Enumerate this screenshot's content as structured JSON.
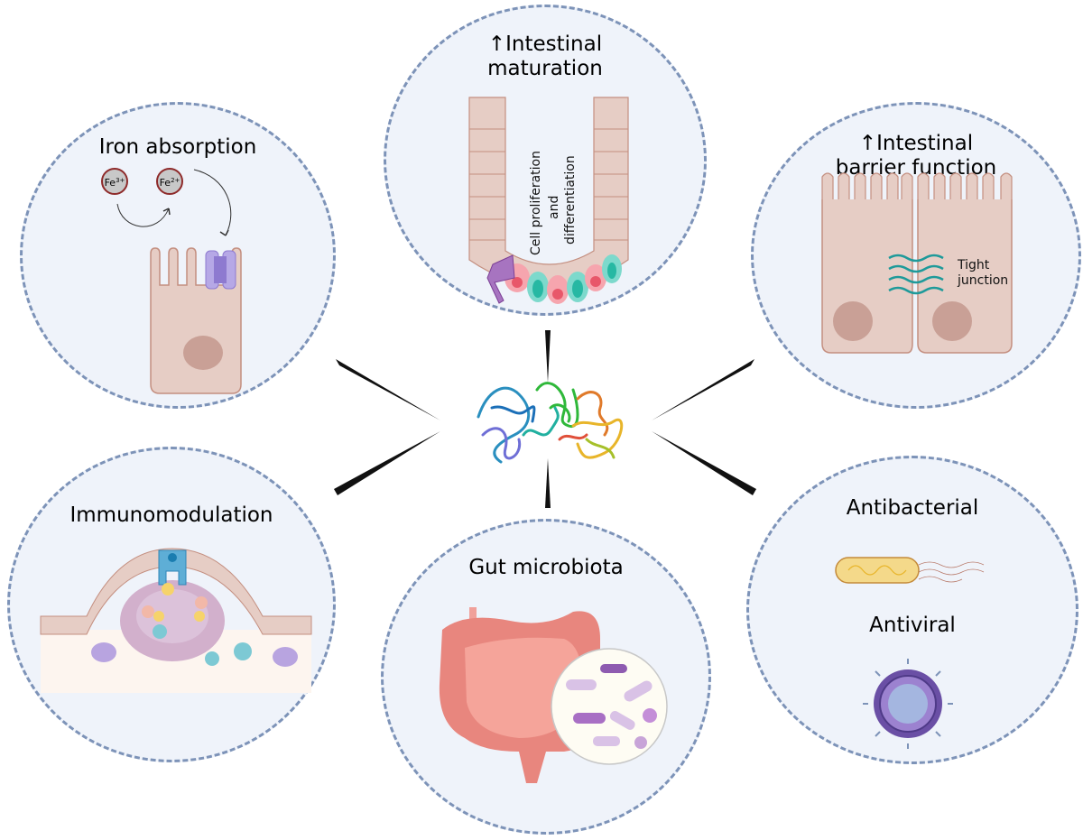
{
  "panels": {
    "iron": {
      "title": "Iron absorption",
      "ion1": "Fe",
      "ion1_sup": "3+",
      "ion2": "Fe",
      "ion2_sup": "2+"
    },
    "maturation": {
      "arrow": "↑",
      "title_line1": "Intestinal",
      "title_line2": "maturation",
      "label_line1": "Cell proliferation",
      "label_line2": "and",
      "label_line3": "differentiation"
    },
    "barrier": {
      "arrow": "↑",
      "title_line1": "Intestinal",
      "title_line2": "barrier function",
      "label_line1": "Tight",
      "label_line2": "junction"
    },
    "immuno": {
      "title": "Immunomodulation"
    },
    "microbiota": {
      "title": "Gut microbiota"
    },
    "anti": {
      "title1": "Antibacterial",
      "title2": "Antiviral"
    }
  },
  "center": {
    "icon": "protein-structure-icon"
  },
  "colors": {
    "panel_bg": "#eff3fa",
    "panel_border": "#7d93b8",
    "cell_fill": "#e6cdc5",
    "cell_stroke": "#c48f80",
    "nucleus": "#c9a096",
    "transporter": "#9c8ad6",
    "tight_junction": "#1e9a9a",
    "paneth": "#f6a5ae",
    "stem": "#5ecfbf",
    "goblet": "#9a62b5",
    "intestine": "#e8867e",
    "bacterium": "#f4d98a",
    "virus": "#6a4fa5"
  }
}
